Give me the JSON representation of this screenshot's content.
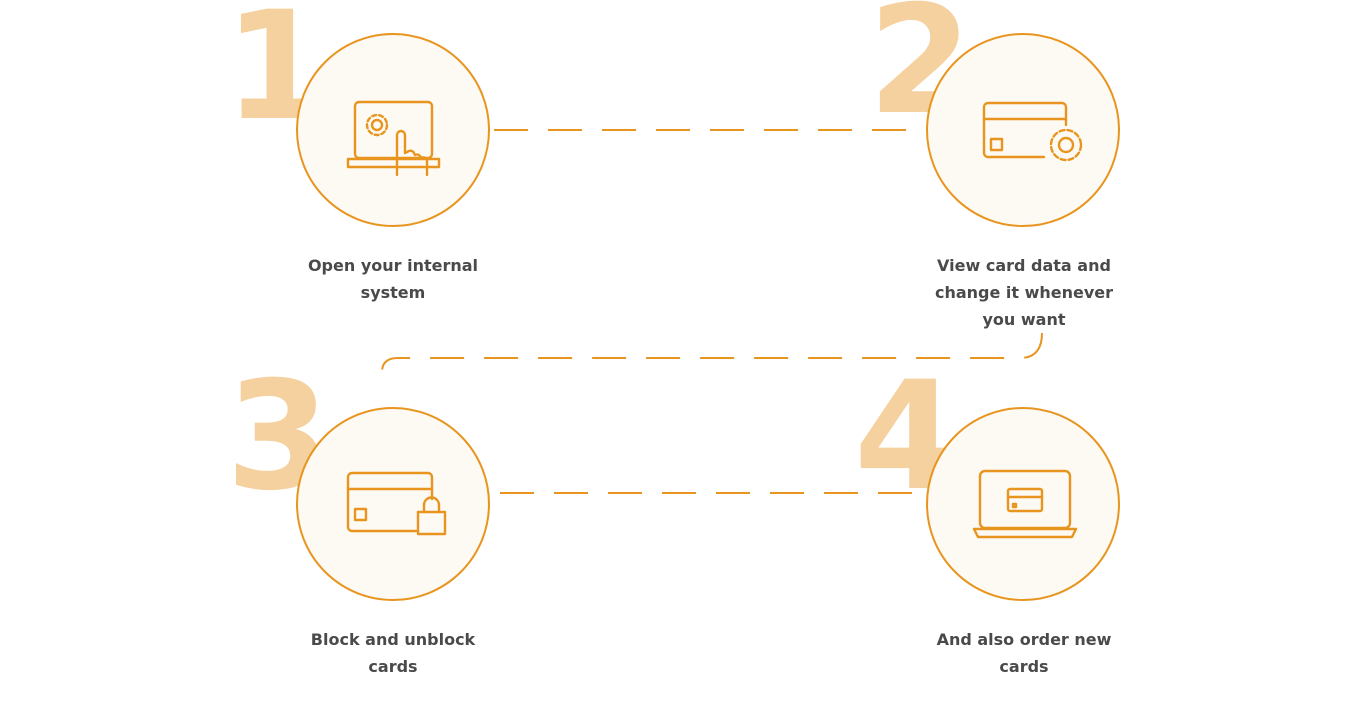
{
  "accent_color": "#e8951f",
  "number_color": "#f5d19f",
  "text_color": "#4a4a4a",
  "steps": [
    {
      "number": "1",
      "icon": "laptop-gear-touch-icon",
      "label": "Open your internal\nsystem"
    },
    {
      "number": "2",
      "icon": "card-gear-icon",
      "label": "View card data and\nchange it whenever\nyou want"
    },
    {
      "number": "3",
      "icon": "card-lock-icon",
      "label": "Block and unblock\ncards"
    },
    {
      "number": "4",
      "icon": "laptop-card-icon",
      "label": "And also  order new\ncards"
    }
  ]
}
